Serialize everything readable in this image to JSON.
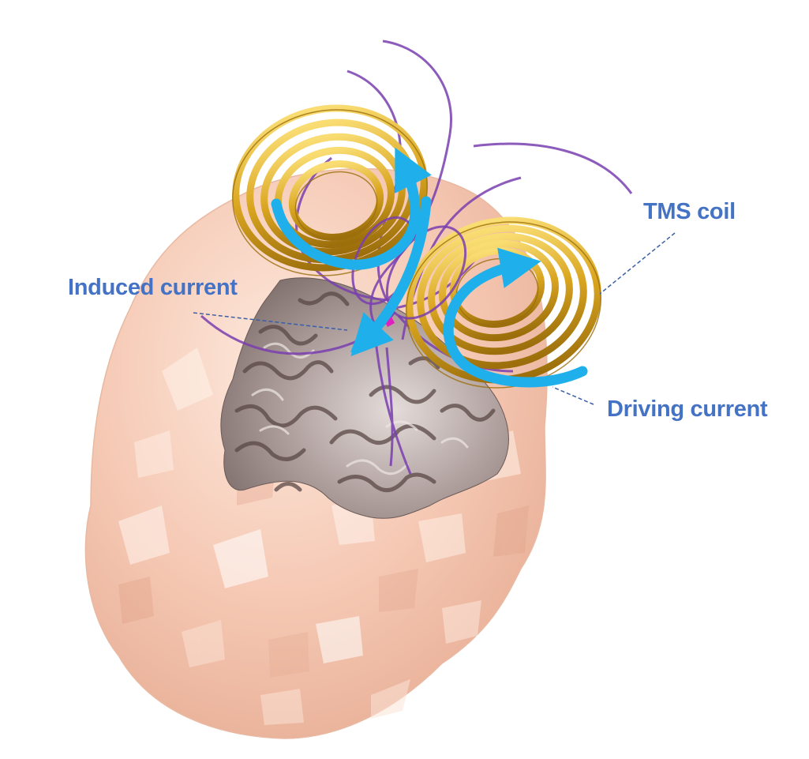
{
  "labels": {
    "tms_coil": "TMS coil",
    "induced_current": "Induced current",
    "driving_current": "Driving current"
  },
  "colors": {
    "label_text": "#4472c4",
    "leader_line": "#3a5fa8",
    "head_fill": "#f2c2ab",
    "head_highlight": "#fbe3d6",
    "head_shadow": "#e0a58c",
    "brain_base": "#8a7a78",
    "brain_light": "#d8d2d0",
    "brain_dark": "#5e4e4c",
    "coil_gold": "#d9a520",
    "coil_gold_light": "#f7d463",
    "coil_gold_dark": "#9c6f0c",
    "current_arrow": "#1fb0ec",
    "field_line": "#7a3fb0",
    "coil_center_marker": "#e01fbf"
  },
  "icons": {
    "current_arrows": "curved-arrow"
  }
}
